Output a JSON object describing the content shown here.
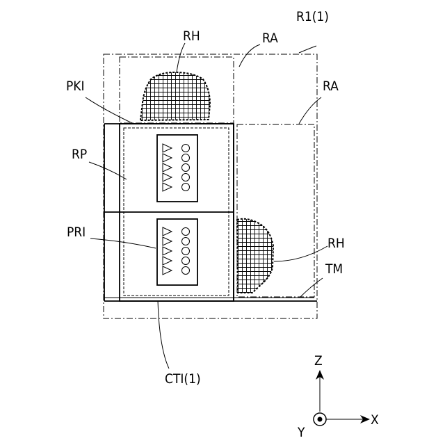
{
  "labels": {
    "r1": "R1(1)",
    "ra_top": "RA",
    "ra_right": "RA",
    "rh_top": "RH",
    "rh_right": "RH",
    "pki": "PKI",
    "rp": "RP",
    "pri": "PRI",
    "tm": "TM",
    "cti": "CTI(1)"
  },
  "axes": {
    "z": "Z",
    "x": "X",
    "y": "Y"
  }
}
